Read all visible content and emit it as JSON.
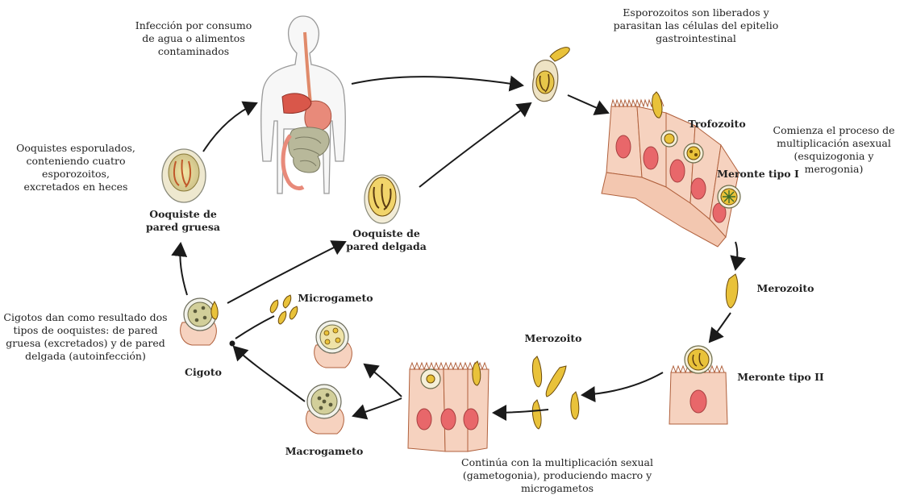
{
  "labels": {
    "infeccion": "Infección por consumo\nde agua o alimentos\ncontaminados",
    "esporozoitos_liberados": "Esporozoitos son liberados y\nparasitan las células del epitelio\ngastrointestinal",
    "trofozoito": "Trofozoito",
    "comienza": "Comienza el proceso de\nmultiplicación asexual\n(esquizogonia y\nmerogonia)",
    "meronte_1": "Meronte tipo I",
    "ooquistes_esporulados": "Ooquistes esporulados,\nconteniendo cuatro\nesporozoitos,\nexcretados en heces",
    "ooquiste_gruesa": "Ooquiste de\npared gruesa",
    "ooquiste_delgada": "Ooquiste de\npared delgada",
    "merozoito_1": "Merozoito",
    "microgameto": "Microgameto",
    "cigotos": "Cigotos dan como resultado dos\ntipos de ooquistes: de pared\ngruesa (excretados) y de pared\ndelgada (autoinfección)",
    "cigoto": "Cigoto",
    "merozoito_2": "Merozoito",
    "meronte_2": "Meronte tipo II",
    "macrogameto": "Macrogameto",
    "continua": "Continúa con la multiplicación sexual\n(gametogonia), produciendo macro y\nmicrogametos"
  },
  "colors": {
    "arrow": "#1a1a1a",
    "cell_fill": "#f6d2bf",
    "cell_stroke": "#b0603c",
    "nucleus": "#e8676a",
    "parasite": "#e9c23a",
    "parasite_stroke": "#6b4a0a",
    "oocyst_wall": "#d8d0b0",
    "gut": "#e88a7a"
  }
}
